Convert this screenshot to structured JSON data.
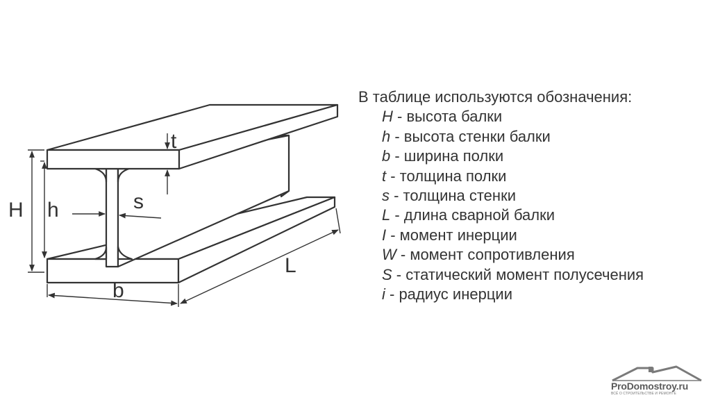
{
  "diagram": {
    "labels": {
      "H": "H",
      "h": "h",
      "t": "t",
      "s": "s",
      "b": "b",
      "L": "L"
    }
  },
  "legend": {
    "title": "В таблице используются обозначения:",
    "items": [
      {
        "symbol": "H",
        "text": " - высота балки"
      },
      {
        "symbol": "h",
        "text": " - высота стенки балки"
      },
      {
        "symbol": "b",
        "text": " - ширина полки"
      },
      {
        "symbol": "t",
        "text": " - толщина полки"
      },
      {
        "symbol": "s",
        "text": " - толщина стенки"
      },
      {
        "symbol": "L",
        "text": " - длина сварной балки"
      },
      {
        "symbol": "I",
        "text": " - момент инерции"
      },
      {
        "symbol": "W",
        "text": " - момент сопротивления"
      },
      {
        "symbol": "S",
        "text": " - статический момент  полусечения"
      },
      {
        "symbol": "i",
        "text": " - радиус инерции"
      }
    ]
  },
  "logo": {
    "name": "ProDomostroy.ru",
    "tagline": "ВСЁ О СТРОИТЕЛЬСТВЕ И РЕМОНТЕ",
    "icon": "house-roof-icon"
  },
  "colors": {
    "line": "#333333",
    "beam_fill": "#ffffff",
    "logo": "#7a7a7a"
  }
}
